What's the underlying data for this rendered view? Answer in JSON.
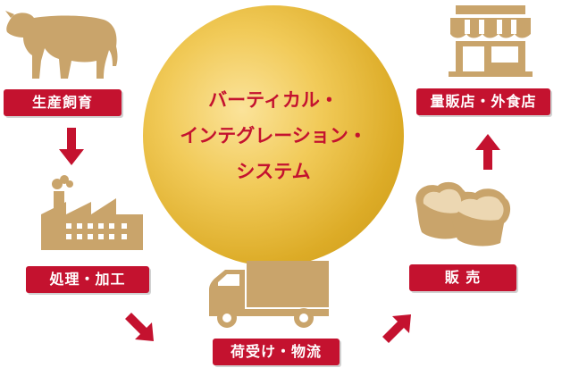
{
  "center": {
    "lines": [
      "バーティカル・",
      "インテグレーション・",
      "システム"
    ]
  },
  "steps": {
    "breeding": "生産飼育",
    "processing": "処理・加工",
    "logistics": "荷受け・物流",
    "sales": "販 売",
    "retail": "量販店・外食店"
  },
  "colors": {
    "accent_red": "#c4122f",
    "icon_tan": "#c9a46b",
    "gold": "#dcab26"
  },
  "icons": [
    "cow-icon",
    "factory-icon",
    "truck-icon",
    "bread-icon",
    "store-icon",
    "arrow-icon"
  ]
}
